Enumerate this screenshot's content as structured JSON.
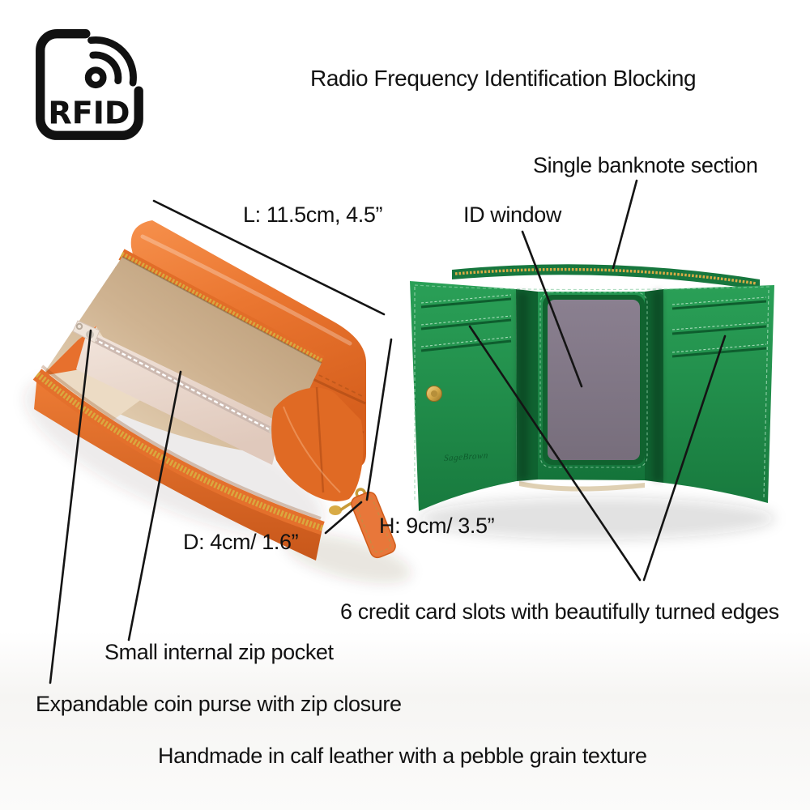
{
  "header": {
    "rfid_badge": "RFID",
    "title": "Radio Frequency Identification Blocking"
  },
  "annotations": {
    "banknote": "Single banknote section",
    "length": "L: 11.5cm, 4.5”",
    "id_window": "ID window",
    "height": "H: 9cm/ 3.5”",
    "depth": "D: 4cm/ 1.6”",
    "card_slots": "6 credit card slots with beautifully turned edges",
    "zip_pocket": "Small internal zip pocket",
    "coin_purse": "Expandable coin purse with zip closure",
    "material": "Handmade in calf leather with a pebble grain texture"
  },
  "products": {
    "orange_wallet": {
      "description": "orange zip-around purse shown open"
    },
    "green_wallet": {
      "description": "green trifold wallet shown open",
      "brand_stamp": "SageBrown"
    }
  },
  "colors": {
    "orange_leather": "#e8702e",
    "green_leather": "#1f8e4d",
    "gold_zipper": "#d9ab45",
    "beige_interior": "#cdb494",
    "cream_zip_pocket": "#ecdcd2",
    "id_mesh_grey": "#8d8290",
    "annotation_black": "#111111",
    "background": "#ffffff"
  }
}
